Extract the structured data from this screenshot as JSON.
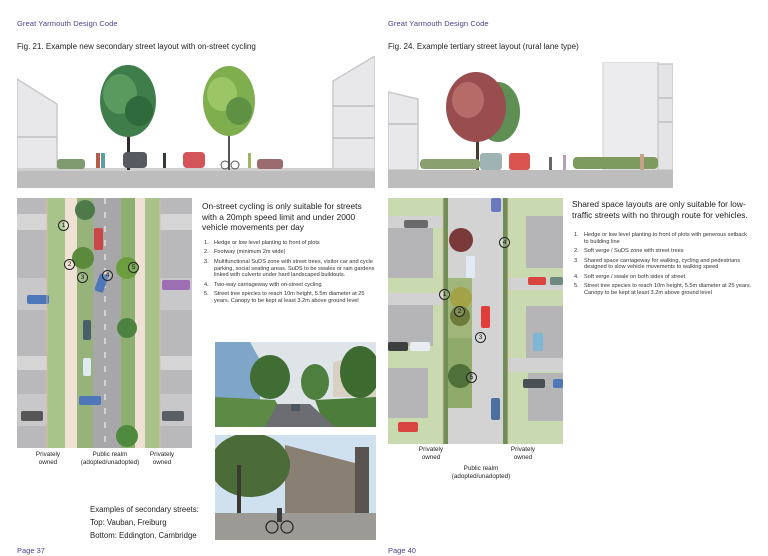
{
  "document": {
    "title": "Great Yarmouth Design Code",
    "accent_color": "#4b3f8f"
  },
  "left_page": {
    "running_head": "Great Yarmouth Design Code",
    "figure_title": "Fig. 21. Example new secondary street layout with on-street cycling",
    "lead_text": "On-street cycling is only suitable for streets with a 20mph speed limit and under 2000 vehicle movements per day",
    "legend": [
      {
        "num": "1.",
        "text": "Hedge or low level planting to front of plots"
      },
      {
        "num": "2.",
        "text": "Footway (minimum 2m wide)"
      },
      {
        "num": "3.",
        "text": "Multifunctional SuDS zone with street trees, visitor car and cycle parking, social seating areas. SuDS to be swales or rain gardens linked with culverts under hard landscaped buildouts."
      },
      {
        "num": "4.",
        "text": "Two-way carriageway with on-street cycling"
      },
      {
        "num": "5.",
        "text": "Street tree species to reach 10m height, 5.5m diameter at 25 years. Canopy to be kept at least 3.2m above ground level"
      }
    ],
    "plan_markers": [
      "1",
      "2",
      "3",
      "4",
      "5"
    ],
    "ownership": {
      "left": "Privately owned",
      "center_line1": "Public realm",
      "center_line2": "(adopted/unadopted)",
      "right": "Privately owned"
    },
    "examples": {
      "heading": "Examples of secondary streets:",
      "top": "Top: Vauban, Freiburg",
      "bottom": "Bottom: Eddington, Cambridge"
    },
    "photos": [
      {
        "name": "vauban-freiburg-photo",
        "caption_ref": "Top"
      },
      {
        "name": "eddington-cambridge-photo",
        "caption_ref": "Bottom"
      }
    ],
    "page_number": "Page 37"
  },
  "right_page": {
    "running_head": "Great Yarmouth Design Code",
    "figure_title": "Fig. 24. Example tertiary street layout (rural lane type)",
    "lead_text": "Shared space layouts are only suitable for low-traffic streets with no through route for vehicles.",
    "legend": [
      {
        "num": "1.",
        "text": "Hedge or low level planting to front of plots with generous setback to building line"
      },
      {
        "num": "2.",
        "text": "Soft verge / SuDS zone with street trees"
      },
      {
        "num": "3.",
        "text": "Shared space carriageway for walking, cycling and pedestrians designed to slow vehicle movements to walking speed"
      },
      {
        "num": "4.",
        "text": "Soft verge / swale on both sides of street"
      },
      {
        "num": "5.",
        "text": "Street tree species to reach 10m height, 5.5m diameter at 25 years. Canopy to be kept at least 3.2m above ground level"
      }
    ],
    "plan_markers": [
      "1",
      "2",
      "3",
      "4",
      "5"
    ],
    "ownership": {
      "left": "Privately owned",
      "center_line1": "Public realm",
      "center_line2": "(adopted/unadopted)",
      "right": "Privately owned"
    },
    "page_number": "Page 40"
  }
}
